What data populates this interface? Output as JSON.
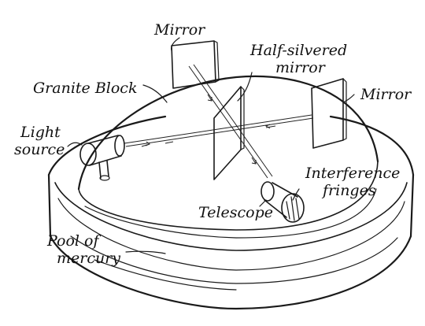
{
  "labels": {
    "mirror_top": "Mirror",
    "half_silvered_line1": "Half-silvered",
    "half_silvered_line2": "mirror",
    "granite_block": "Granite Block",
    "mirror_right": "Mirror",
    "light_source_line1": "Light",
    "light_source_line2": "source",
    "interference_line1": "Interference",
    "interference_line2": "fringes",
    "telescope": "Telescope",
    "pool_line1": "Pool of",
    "pool_line2": "mercury"
  }
}
